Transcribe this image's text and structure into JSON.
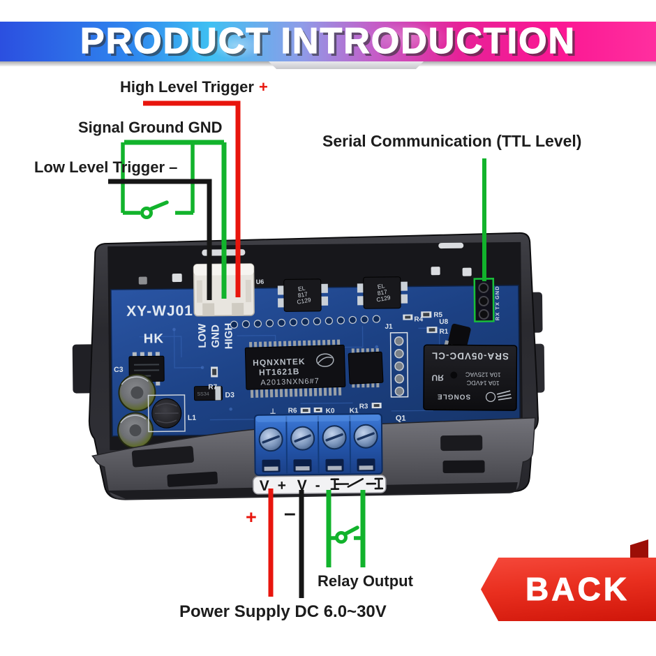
{
  "header": {
    "title": "PRODUCT INTRODUCTION"
  },
  "annotations": {
    "high_level": "High Level Trigger",
    "high_level_sign": "+",
    "signal_ground": "Signal Ground GND",
    "low_level": "Low Level Trigger –",
    "serial": "Serial Communication (TTL Level)",
    "relay_output": "Relay Output",
    "power_supply": "Power Supply DC 6.0~30V",
    "power_plus": "+",
    "power_minus": "–"
  },
  "board": {
    "model": "XY-WJ01",
    "brand": "HK",
    "pin_low": "LOW",
    "pin_gnd": "GND",
    "pin_high": "HIGH",
    "serial_pins": "RX TX GND",
    "opto_line1": "EL",
    "opto_line2": "817",
    "opto_line3": "C129",
    "chip_line1": "HQNXNTEK",
    "chip_line2": "HT1621B",
    "chip_line3": "A2013NXN6#7",
    "relay_model": "SRA-05VDC-CL",
    "relay_rating1": "10A 125VAC",
    "relay_rating2": "10A 14VDC",
    "relay_brand": "SONGLE",
    "relay_ul": "ЯU",
    "diode_marking": "SS34",
    "ref_u6": "U6",
    "ref_r5": "R5",
    "ref_r1": "R1",
    "ref_r4": "R4",
    "ref_j1": "J1",
    "ref_u8": "U8",
    "ref_c3": "C3",
    "ref_d3": "D3",
    "ref_l1": "L1",
    "ref_r7": "R7",
    "ref_r6": "R6",
    "ref_r3": "R3",
    "ref_q1": "Q1",
    "ref_k0": "K0",
    "ref_k1": "K1",
    "terminal_left": "V +",
    "terminal_right": "V -"
  },
  "ribbon": {
    "label": "BACK"
  },
  "colors": {
    "wire_red": "#e8150d",
    "wire_green": "#12b32c",
    "wire_black": "#161616",
    "banner_blue": "#2b4fe0",
    "banner_pink": "#ff1493",
    "ribbon_red": "#e02415",
    "pcb_blue": "#1e4286"
  }
}
